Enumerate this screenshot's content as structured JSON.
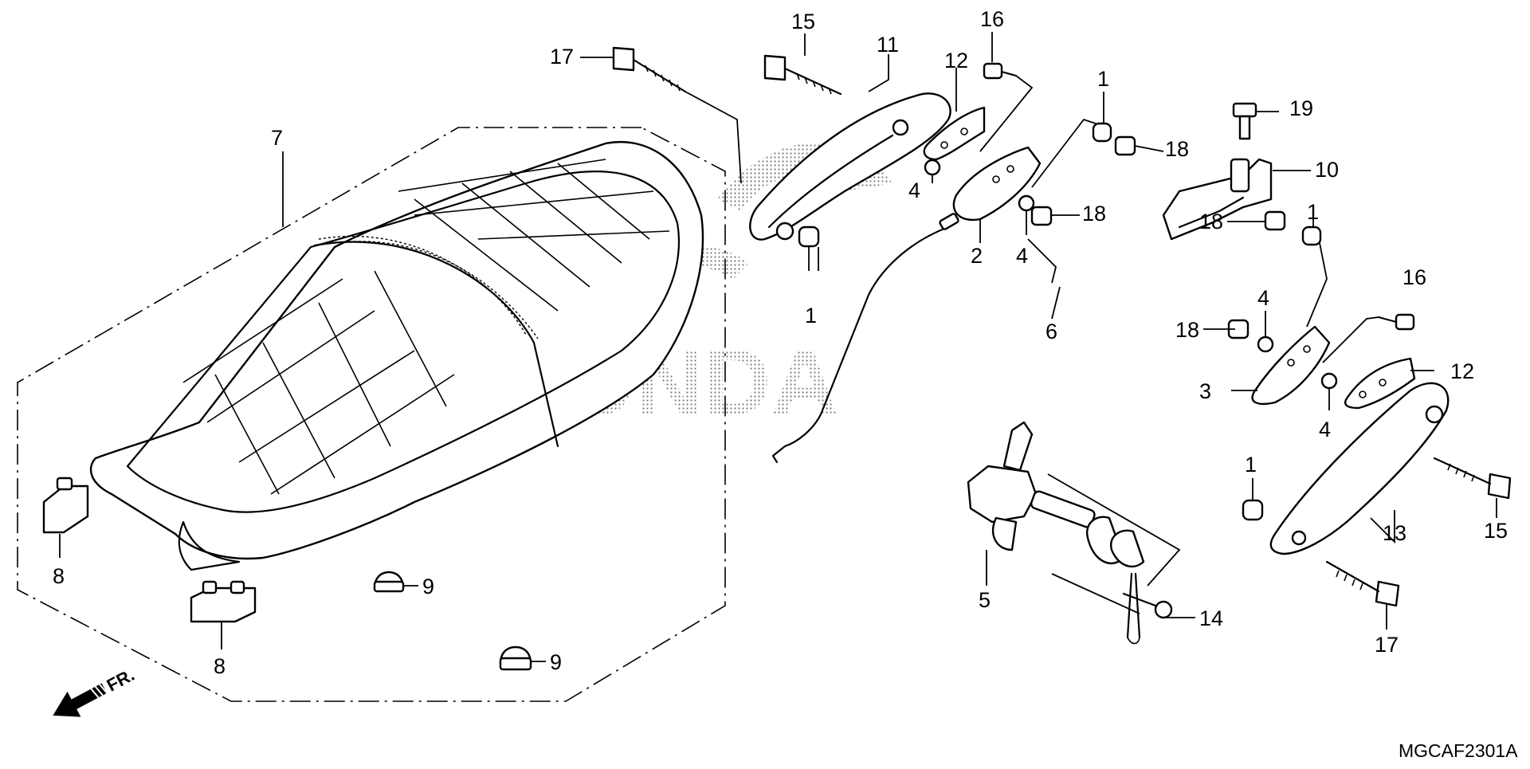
{
  "watermark": "HONDA",
  "diagram_code": "MGCAF2301A",
  "front_indicator": "FR.",
  "callouts": {
    "c1a": "1",
    "c1b": "1",
    "c1c": "1",
    "c1d": "1",
    "c2": "2",
    "c3": "3",
    "c4a": "4",
    "c4b": "4",
    "c4c": "4",
    "c4d": "4",
    "c5": "5",
    "c6": "6",
    "c7": "7",
    "c8a": "8",
    "c8b": "8",
    "c9a": "9",
    "c9b": "9",
    "c10": "10",
    "c11": "11",
    "c12a": "12",
    "c12b": "12",
    "c13": "13",
    "c14": "14",
    "c15a": "15",
    "c15b": "15",
    "c16a": "16",
    "c16b": "16",
    "c17a": "17",
    "c17b": "17",
    "c18a": "18",
    "c18b": "18",
    "c18c": "18",
    "c18d": "18",
    "c19": "19"
  }
}
